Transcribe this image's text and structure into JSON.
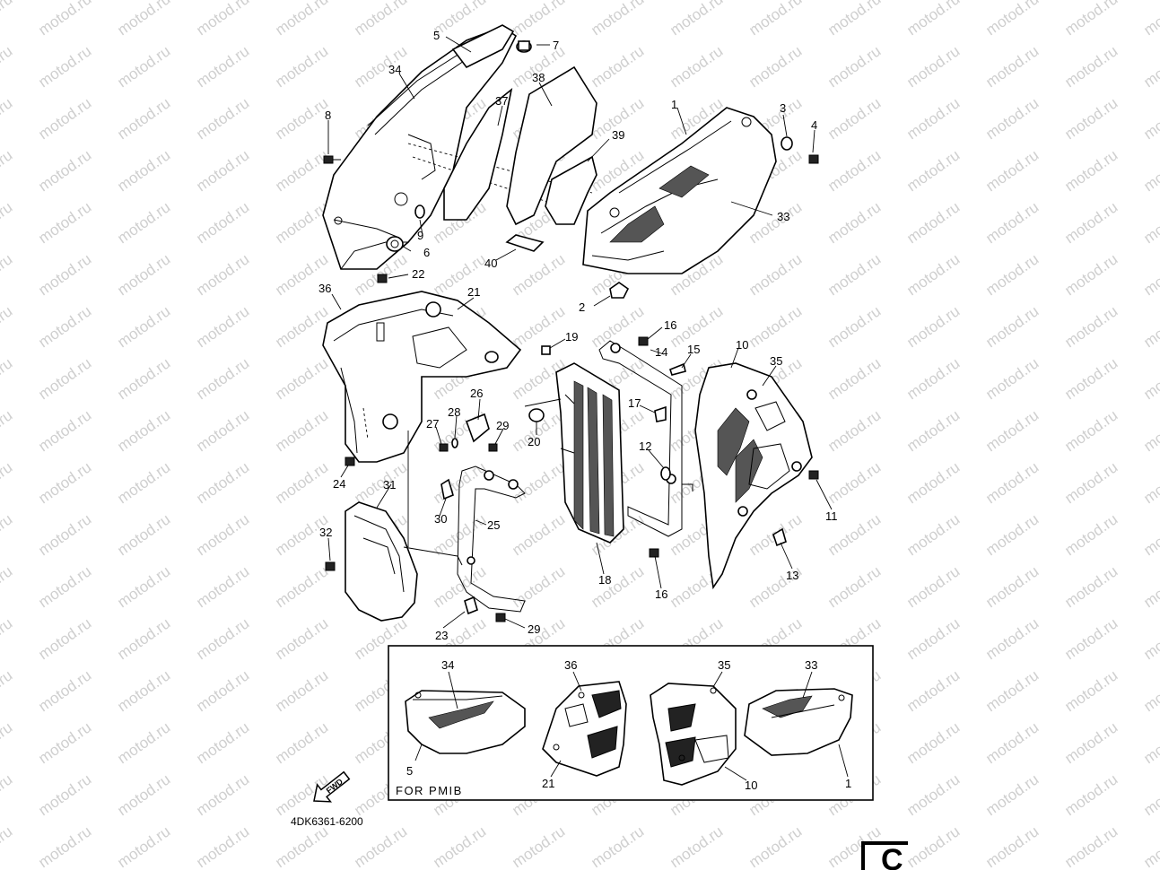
{
  "watermark": "motod.ru",
  "labels": {
    "l1": "1",
    "l2": "2",
    "l3": "3",
    "l4": "4",
    "l5": "5",
    "l6": "6",
    "l7": "7",
    "l8": "8",
    "l9": "9",
    "l10": "10",
    "l11": "11",
    "l12": "12",
    "l13": "13",
    "l14": "14",
    "l15": "15",
    "l16a": "16",
    "l16b": "16",
    "l17": "17",
    "l18": "18",
    "l19": "19",
    "l20": "20",
    "l21": "21",
    "l22": "22",
    "l23": "23",
    "l24": "24",
    "l25": "25",
    "l26": "26",
    "l27": "27",
    "l28": "28",
    "l29a": "29",
    "l29b": "29",
    "l30": "30",
    "l31": "31",
    "l32": "32",
    "l33": "33",
    "l34": "34",
    "l35": "35",
    "l36": "36",
    "l37": "37",
    "l38": "38",
    "l39": "39",
    "l40": "40"
  },
  "inset": {
    "caption": "FOR PMIB",
    "labels": {
      "i34": "34",
      "i5": "5",
      "i36": "36",
      "i21": "21",
      "i35": "35",
      "i10": "10",
      "i33": "33",
      "i1": "1"
    }
  },
  "fwd_label": "FWD",
  "diagram_code": "4DK6361-6200",
  "page_letter": "C"
}
